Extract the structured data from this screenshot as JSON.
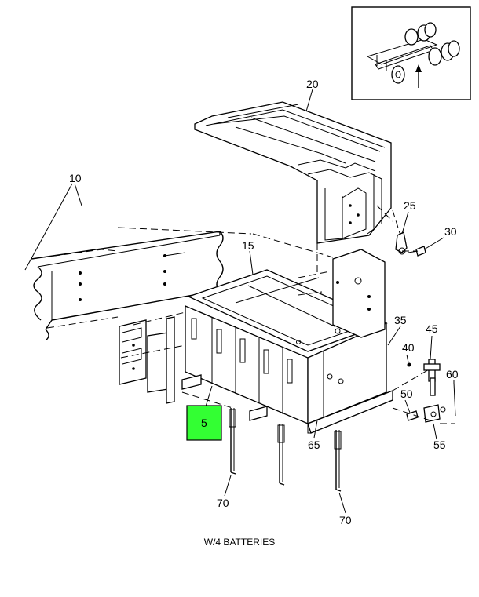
{
  "colors": {
    "highlight": "#33ff33",
    "ink": "#000000",
    "background": "#ffffff"
  },
  "callouts": {
    "c5": "5",
    "c10": "10",
    "c15": "15",
    "c20": "20",
    "c25": "25",
    "c30": "30",
    "c35": "35",
    "c40": "40",
    "c45": "45",
    "c50": "50",
    "c55": "55",
    "c60": "60",
    "c65": "65",
    "c70a": "70",
    "c70b": "70"
  },
  "caption": "W/4 BATTERIES"
}
